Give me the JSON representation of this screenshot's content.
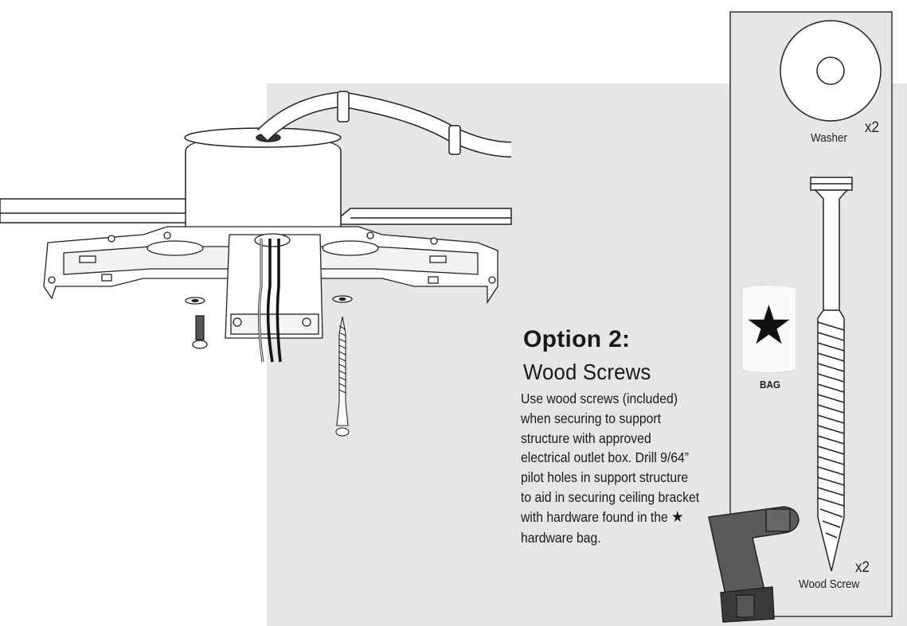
{
  "option_title": "Option 2:",
  "option_subtitle": "Wood Screws",
  "instructions": [
    "Use wood screws (included)",
    "when securing to support",
    "structure with approved",
    "electrical outlet box. Drill 9/64”",
    "pilot holes in support structure",
    "to aid in securing ceiling bracket",
    "with hardware found in the",
    "hardware bag."
  ],
  "star_symbol": "★",
  "hardware": {
    "washer_label": "Washer",
    "washer_qty": "x2",
    "bag_label": "BAG",
    "screw_label": "Wood Screw",
    "screw_qty": "x2"
  },
  "colors": {
    "panel_bg": "#e6e6e6",
    "line": "#222222",
    "drill_body": "#5a5a5a",
    "drill_accent": "#3a3a3a"
  }
}
